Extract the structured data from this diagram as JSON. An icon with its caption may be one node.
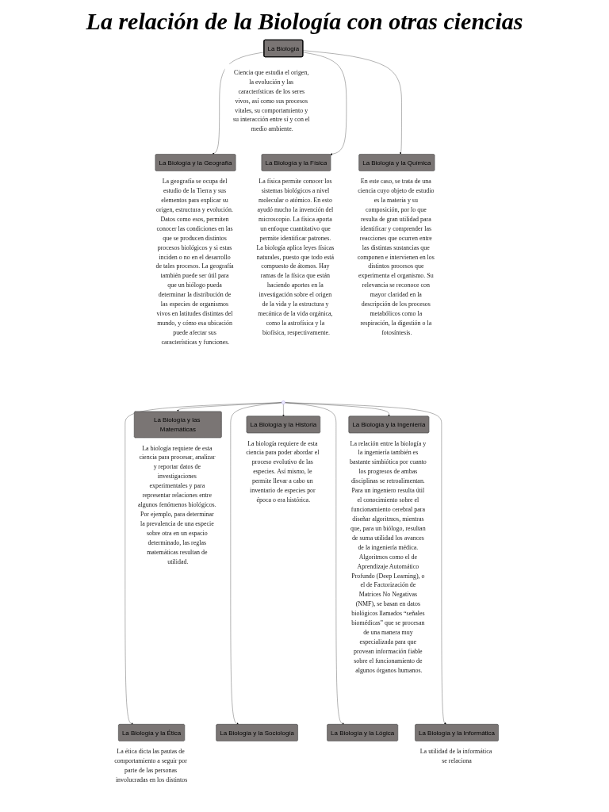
{
  "diagram": {
    "title": "La relación de la Biología con otras ciencias",
    "nodes": [
      {
        "text": [
          "La Biología"
        ],
        "beside": [
          "Ciencia que estudia el origen, la evolución y las características de los seres vivos, así como sus procesos vitales, su comportamiento y su interacción entre sí y con el medio ambiente."
        ]
      },
      {
        "text": [
          "La Biología y la Geografía"
        ],
        "beside": [
          "La geografía se ocupa del estudio de la Tierra y sus elementos para explicar su origen, estructura y evolución. Datos como esos, permiten conocer las condiciones en las que se producen distintos procesos biológicos y si estas inciden o no en el desarrollo de tales procesos. La geografía también puede ser útil para que un biólogo pueda determinar la distribución de las especies de organismos vivos en latitudes distintas del mundo, y cómo esa ubicación puede afectar sus características y funciones."
        ]
      },
      {
        "text": [
          "La Biología y la Física"
        ],
        "beside": [
          "La física permite conocer los sistemas biológicos a nivel molecular o atómico. En esto ayudó mucho la invención del microscopio. La física aporta un enfoque cuantitativo que permite identificar patrones. La biología aplica leyes físicas naturales, puesto que todo está compuesto de átomos. Hay ramas de la física que están haciendo aportes en la investigación sobre el origen de la vida y la estructura y mecánica de la vida orgánica, como la astrofísica y la biofísica, respectivamente."
        ]
      },
      {
        "text": [
          "La Biología y la Química"
        ],
        "beside": [
          "En este caso, se trata de una ciencia cuyo objeto de estudio es la materia y su composición, por lo que resulta de gran utilidad para identificar y comprender las reacciones que ocurren entre las distintas sustancias que componen e intervienen en los distintos procesos que experimenta el organismo. Su relevancia se reconoce con mayor claridad en la descripción de los procesos metabólicos como la respiración, la digestión o la fotosíntesis."
        ]
      },
      {
        "text": [
          "La Biología y las Matemáticas"
        ],
        "beside": [
          "La biología requiere de esta ciencia para procesar, analizar y reportar datos de investigaciones experimentales y para representar relaciones entre algunos fenómenos biológicos. Por ejemplo, para determinar la prevalencia de una especie sobre otra en un espacio determinado, las reglas matemáticas resultan de utilidad."
        ]
      },
      {
        "text": [
          "La Biología y la Historia"
        ],
        "beside": [
          "La biología requiere de esta ciencia para poder abordar el proceso evolutivo de las especies. Así mismo, le permite llevar a cabo un inventario de especies por época o era histórica."
        ]
      },
      {
        "text": [
          "La Biología y la Ingeniería"
        ],
        "beside": [
          "La relación entre la biología y la ingeniería también es bastante simbiótica por cuanto los progresos de ambas disciplinas se retroalimentan. Para un ingeniero resulta útil el conocimiento sobre el funcionamiento cerebral para diseñar algoritmos, mientras que, para un biólogo, resultan de suma utilidad los avances de la ingeniería médica. Algoritmos como el de Aprendizaje Automático Profundo (Deep Learning), o el de Factorización de Matrices No Negativas (NMF), se basan en datos biológicos llamados “señales biomédicas” que se procesan de una manera muy especializada para que provean información fiable sobre el funcionamiento de algunos órganos humanos."
        ]
      },
      {
        "text": [
          "La Biología y la Ética"
        ],
        "beside": [
          "La ética dicta las pautas de comportamiento a seguir por parte de las personas involucradas en los distintos"
        ]
      },
      {
        "text": [
          "La Biología y la Sociología"
        ]
      },
      {
        "text": [
          "La Biología y la Lógica"
        ]
      },
      {
        "text": [
          "La Biología y la Informática"
        ],
        "beside": [
          "La utilidad de la informática se relaciona"
        ]
      }
    ],
    "edges": [
      {
        "from": 0,
        "to": 1,
        "arrow": "to"
      },
      {
        "from": 0,
        "to": 2,
        "arrow": "to"
      },
      {
        "from": 0,
        "to": 3,
        "arrow": "to"
      },
      {
        "from": null,
        "to": 4,
        "arrow": "to"
      },
      {
        "from": null,
        "to": 5,
        "arrow": "to"
      },
      {
        "from": null,
        "to": 6,
        "arrow": "to"
      },
      {
        "from": null,
        "to": 7,
        "arrow": "to"
      },
      {
        "from": null,
        "to": 8,
        "arrow": "to"
      },
      {
        "from": null,
        "to": 9,
        "arrow": "to"
      },
      {
        "from": null,
        "to": 10,
        "arrow": "to"
      }
    ]
  }
}
